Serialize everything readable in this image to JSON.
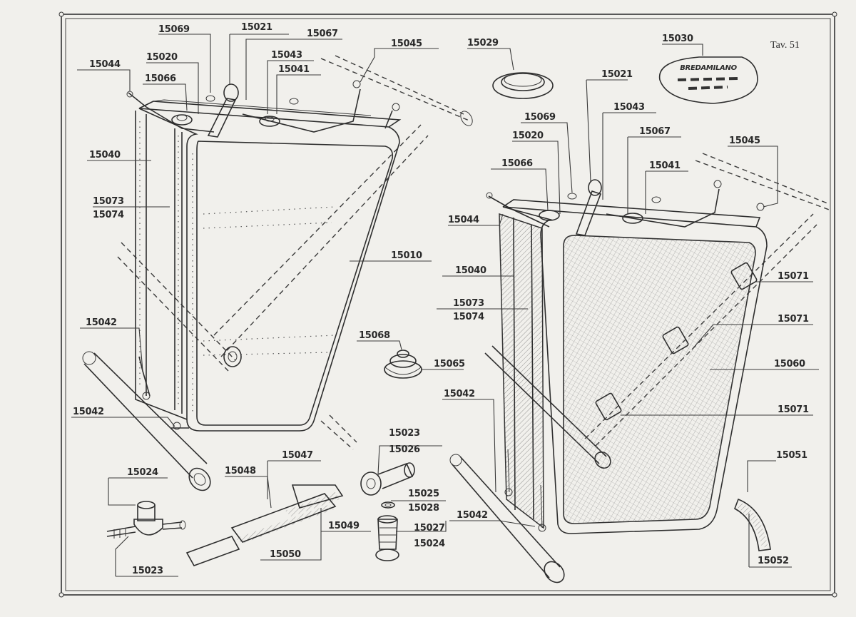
{
  "plate": "Tav. 51",
  "brand": "BREDAMILANO",
  "labels": {
    "l_15069a": "15069",
    "l_15021a": "15021",
    "l_15067a": "15067",
    "l_15045a": "15045",
    "l_15044a": "15044",
    "l_15020a": "15020",
    "l_15043a": "15043",
    "l_15041a": "15041",
    "l_15066a": "15066",
    "l_15040a": "15040",
    "l_15073a": "15073",
    "l_15074a": "15074",
    "l_15010": "15010",
    "l_15042a": "15042",
    "l_15042b": "15042",
    "l_15024a": "15024",
    "l_15048": "15048",
    "l_15047": "15047",
    "l_15023a": "15023",
    "l_15049": "15049",
    "l_15050": "15050",
    "l_15068": "15068",
    "l_15065": "15065",
    "l_15023b": "15023",
    "l_15026": "15026",
    "l_15025": "15025",
    "l_15028": "15028",
    "l_15027": "15027",
    "l_15024b": "15024",
    "l_15029": "15029",
    "l_15030": "15030",
    "l_15021b": "15021",
    "l_15069b": "15069",
    "l_15043b": "15043",
    "l_15020b": "15020",
    "l_15067b": "15067",
    "l_15066b": "15066",
    "l_15041b": "15041",
    "l_15045b": "15045",
    "l_15044b": "15044",
    "l_15040b": "15040",
    "l_15073b": "15073",
    "l_15074b": "15074",
    "l_15071a": "15071",
    "l_15071b": "15071",
    "l_15060": "15060",
    "l_15071c": "15071",
    "l_15042c": "15042",
    "l_15042d": "15042",
    "l_15051": "15051",
    "l_15052": "15052"
  }
}
